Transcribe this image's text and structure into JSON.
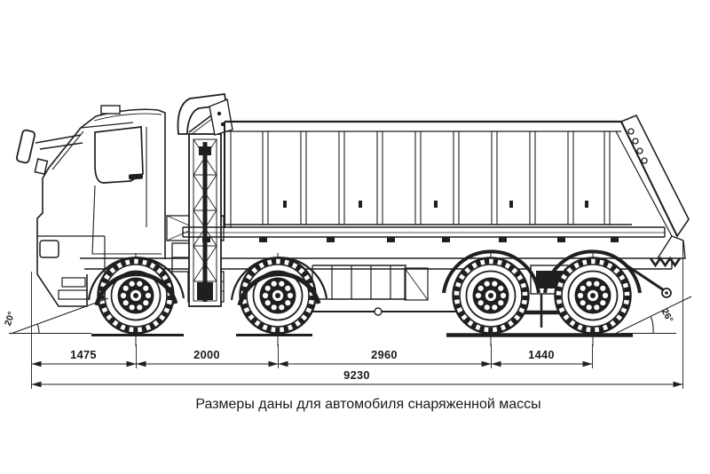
{
  "colors": {
    "background": "#ffffff",
    "line": "#1f1f1f",
    "text": "#1a1a1a"
  },
  "drawing": {
    "caption": "Размеры даны для автомобиля снаряженной массы",
    "angles": {
      "front": "20°",
      "rear": "26°"
    },
    "dimensions": {
      "segments": [
        "1475",
        "2000",
        "2960",
        "1440"
      ],
      "overall": "9230"
    }
  }
}
